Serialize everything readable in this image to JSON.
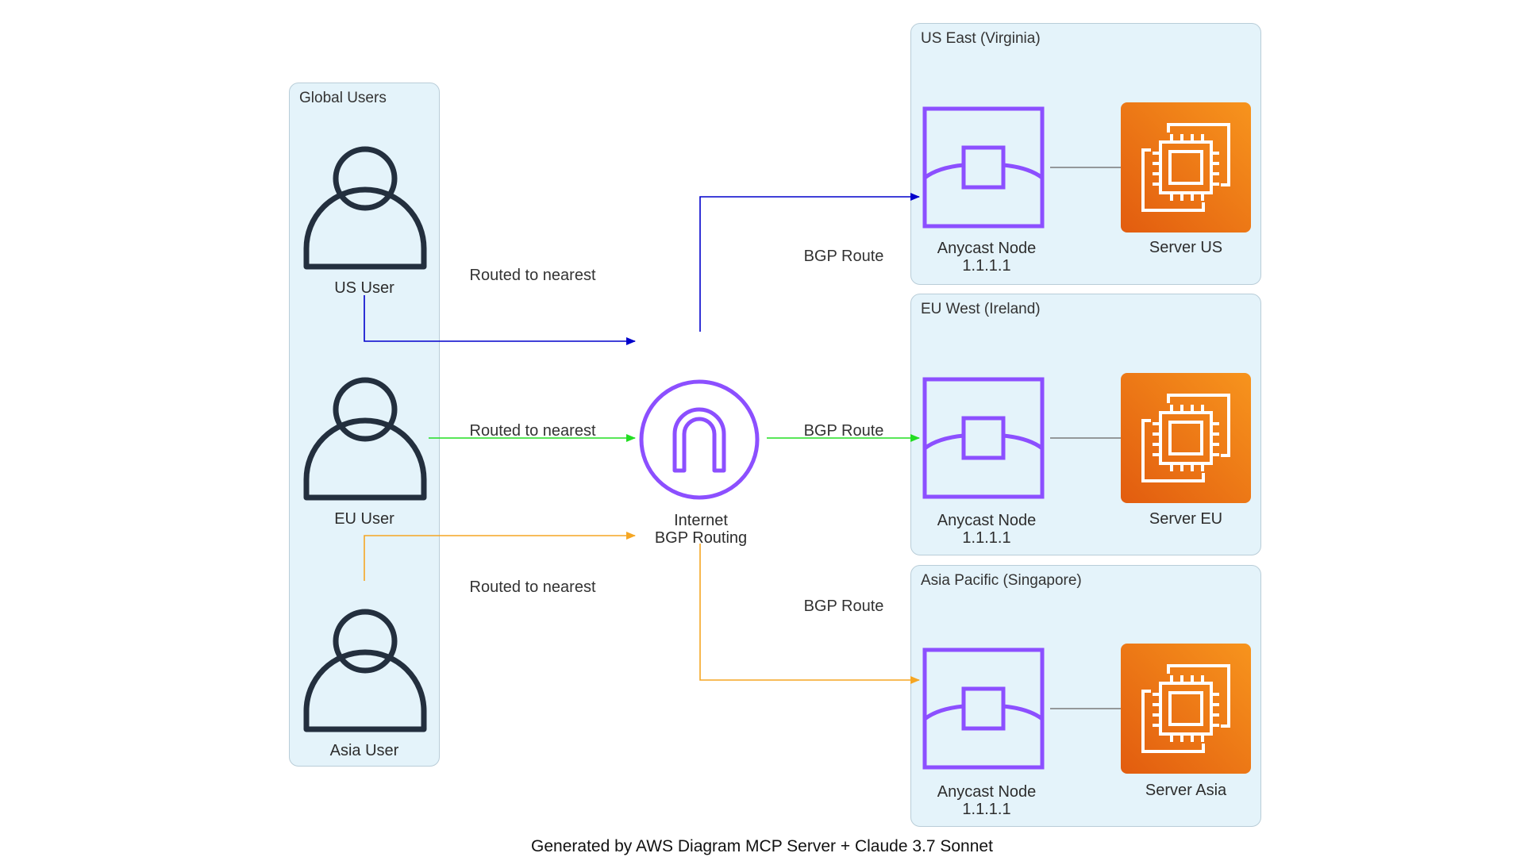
{
  "clusters": {
    "global_users": "Global Users",
    "us_east": "US East (Virginia)",
    "eu_west": "EU West (Ireland)",
    "asia_pacific": "Asia Pacific (Singapore)"
  },
  "nodes": {
    "us_user": "US User",
    "eu_user": "EU User",
    "asia_user": "Asia User",
    "internet_line1": "Internet",
    "internet_line2": "BGP Routing",
    "anycast_us_line1": "Anycast Node",
    "anycast_us_line2": "1.1.1.1",
    "anycast_eu_line1": "Anycast Node",
    "anycast_eu_line2": "1.1.1.1",
    "anycast_asia_line1": "Anycast Node",
    "anycast_asia_line2": "1.1.1.1",
    "server_us": "Server US",
    "server_eu": "Server EU",
    "server_asia": "Server Asia"
  },
  "edges": {
    "us_user_route": "Routed to nearest",
    "eu_user_route": "Routed to nearest",
    "asia_user_route": "Routed to nearest",
    "bgp_us": "BGP Route",
    "bgp_eu": "BGP Route",
    "bgp_asia": "BGP Route"
  },
  "colors": {
    "us_path": "#0000cc",
    "eu_path": "#22dd22",
    "asia_path": "#f5a623",
    "node_purple": "#8c4fff",
    "server_orange_top": "#f7941d",
    "server_orange_bottom": "#e25c0f",
    "user_stroke": "#232f3e"
  },
  "icons": {
    "user": "user-icon",
    "internet_gateway": "internet-gateway-icon",
    "anycast_node": "network-node-icon",
    "server": "ec2-instance-icon"
  },
  "footer": "Generated by AWS Diagram MCP Server + Claude 3.7 Sonnet"
}
